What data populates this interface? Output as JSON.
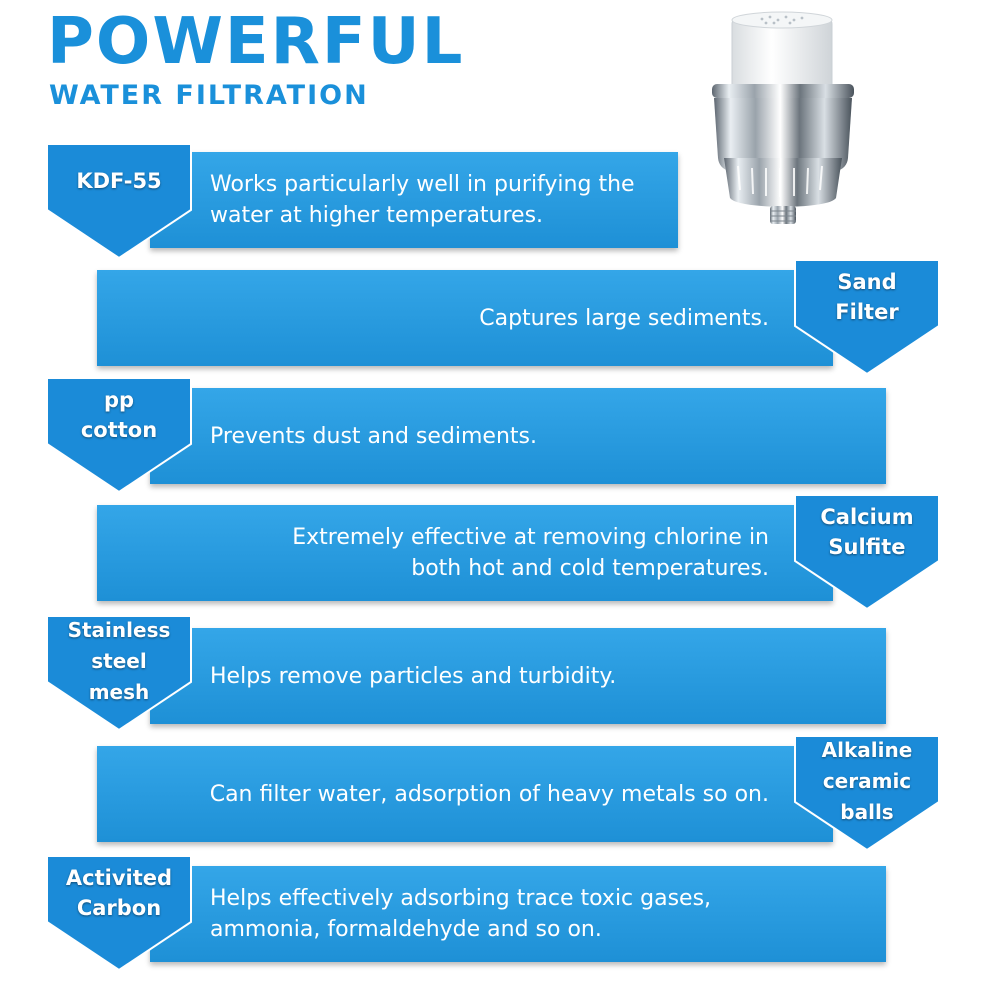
{
  "header": {
    "title": "POWERFUL",
    "subtitle": "WATER FILTRATION"
  },
  "product": {
    "icon": "shower-filter-image"
  },
  "colors": {
    "accent": "#1a90da",
    "stripe": "#2a9de2",
    "badge": "#1c8ddb",
    "text_on_blue": "#ffffff"
  },
  "filters": [
    {
      "name": "KDF-55",
      "description": "Works particularly well in purifying the\nwater at higher temperatures."
    },
    {
      "name": "Sand\nFilter",
      "description": "Captures large sediments."
    },
    {
      "name": "pp\ncotton",
      "description": "Prevents dust and sediments."
    },
    {
      "name": "Calcium\nSulfite",
      "description": "Extremely effective at removing chlorine in\nboth hot and cold temperatures."
    },
    {
      "name": "Stainless\nsteel\nmesh",
      "description": "Helps remove particles and turbidity."
    },
    {
      "name": "Alkaline\nceramic\nballs",
      "description": "Can filter water, adsorption of heavy metals so on."
    },
    {
      "name": "Activited\nCarbon",
      "description": "Helps effectively adsorbing trace toxic gases,\nammonia, formaldehyde and so on."
    }
  ]
}
